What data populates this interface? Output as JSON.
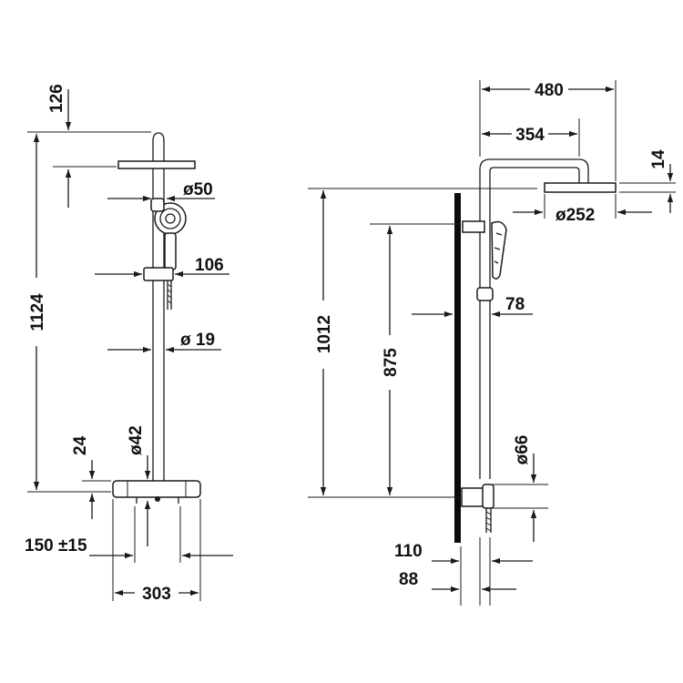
{
  "front_view": {
    "top_offset": "126",
    "total_height": "1124",
    "handshower_diameter": "ø50",
    "holder_width": "106",
    "rod_diameter": "ø 19",
    "mixer_diameter": "ø42",
    "mixer_offset": "24",
    "connection_spacing": "150 ±15",
    "mixer_width": "303"
  },
  "side_view": {
    "arm_length": "480",
    "arm_reach": "354",
    "head_thickness": "14",
    "head_diameter": "ø252",
    "outlet_height": "1012",
    "rail_height": "875",
    "wall_distance": "78",
    "connector_diameter": "ø66",
    "mixer_depth": "110",
    "connection_depth": "88"
  }
}
